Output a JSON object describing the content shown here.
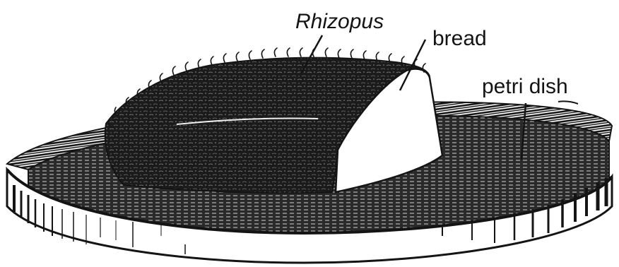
{
  "labels": {
    "organism": "Rhizopus",
    "substrate": "bread",
    "container": "petri dish"
  },
  "colors": {
    "ink": "#141414",
    "paper": "#ffffff"
  }
}
